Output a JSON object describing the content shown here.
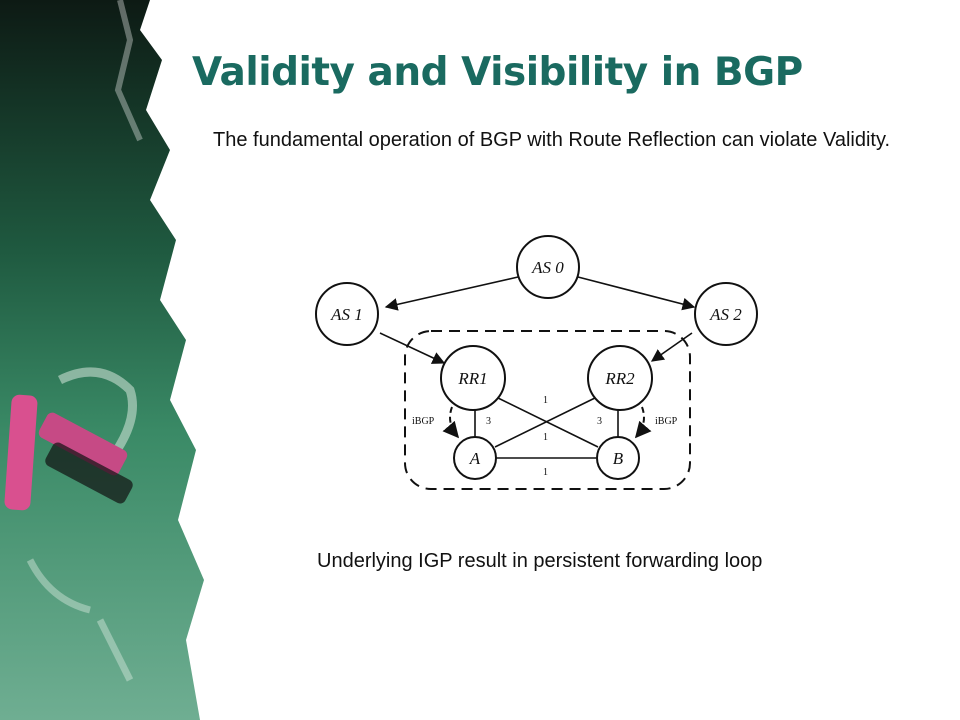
{
  "title": "Validity and Visibility in BGP",
  "intro": "The fundamental operation of BGP with Route Reflection can violate Validity.",
  "caption": "Underlying IGP result in persistent forwarding loop",
  "colors": {
    "title": "#1a6a60",
    "chalkboard": "#2f7a55",
    "chalk": "#d9508f"
  },
  "diagram": {
    "nodes": {
      "as0": "AS 0",
      "as1": "AS 1",
      "as2": "AS 2",
      "rr1": "RR1",
      "rr2": "RR2",
      "a": "A",
      "b": "B"
    },
    "edges": {
      "rr1_a": "3",
      "rr2_b": "3",
      "rr1_b": "1",
      "rr2_a": "1",
      "a_b": "1"
    },
    "session_labels": {
      "left": "iBGP",
      "right": "iBGP"
    }
  }
}
